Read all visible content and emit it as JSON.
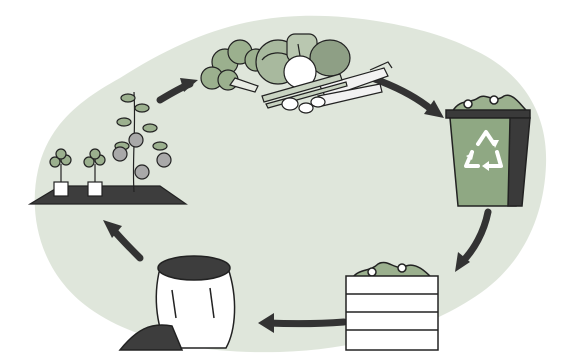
{
  "diagram": {
    "cycle_stages": [
      {
        "name": "vegetables"
      },
      {
        "name": "recycling-bin"
      },
      {
        "name": "compost-box"
      },
      {
        "name": "compost-sack"
      },
      {
        "name": "growing-plants"
      }
    ],
    "flow": "clockwise",
    "colors": {
      "background_blob": "#dfe6db",
      "bin_green": "#8fa883",
      "bin_dark": "#3a3a3a",
      "veg_green": "#9bb08e",
      "arrow": "#333333",
      "soil": "#3d3d3d",
      "fruit": "#a9a9a9",
      "outline": "#222222"
    },
    "icons": [
      "recycle-icon"
    ]
  }
}
